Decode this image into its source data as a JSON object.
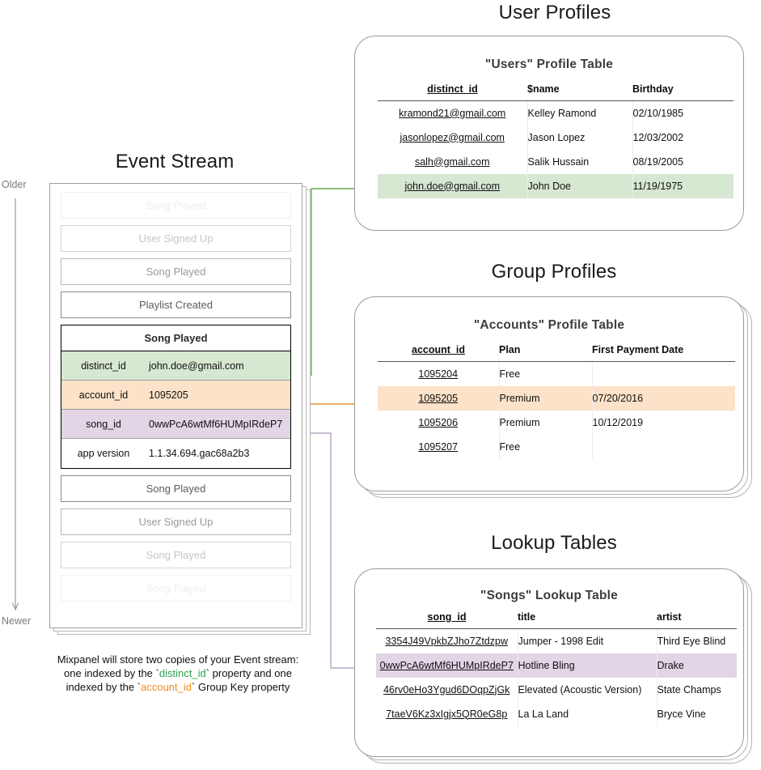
{
  "sections": {
    "event_stream_title": "Event Stream",
    "user_profiles_title": "User Profiles",
    "group_profiles_title": "Group Profiles",
    "lookup_tables_title": "Lookup Tables"
  },
  "time_axis": {
    "older_label": "Older",
    "newer_label": "Newer",
    "arrow_direction": "down",
    "color": "#9a9a9a"
  },
  "event_stream": {
    "events_before": [
      {
        "label": "Song Played",
        "fade": "f1"
      },
      {
        "label": "User Signed Up",
        "fade": "f2"
      },
      {
        "label": "Song Played",
        "fade": "f3"
      },
      {
        "label": "Playlist Created",
        "fade": "f4"
      }
    ],
    "selected_event": {
      "name": "Song Played",
      "properties": [
        {
          "key": "distinct_id",
          "value": "john.doe@gmail.com",
          "highlight": "green"
        },
        {
          "key": "account_id",
          "value": "1095205",
          "highlight": "orange"
        },
        {
          "key": "song_id",
          "value": "0wwPcA6wtMf6HUMpIRdeP7",
          "highlight": "purple"
        },
        {
          "key": "app version",
          "value": "1.1.34.694.gac68a2b3",
          "highlight": "plain"
        }
      ]
    },
    "events_after": [
      {
        "label": "Song Played",
        "fade": "f4"
      },
      {
        "label": "User Signed Up",
        "fade": "f3"
      },
      {
        "label": "Song Played",
        "fade": "f2"
      },
      {
        "label": "Song Played",
        "fade": "f1"
      }
    ]
  },
  "caption": {
    "line1": "Mixpanel will store two copies of your Event stream:",
    "line2_a": "one indexed by the ",
    "line2_code": "distinct_id",
    "line2_b": " property and one",
    "line3_a": "indexed by the ",
    "line3_code": "account_id",
    "line3_b": " Group Key property"
  },
  "users_table": {
    "title": "\"Users\" Profile Table",
    "columns": [
      "distinct_id",
      "$name",
      "Birthday"
    ],
    "rows": [
      {
        "cells": [
          "kramond21@gmail.com",
          "Kelley Ramond",
          "02/10/1985"
        ],
        "highlight": ""
      },
      {
        "cells": [
          "jasonlopez@gmail.com",
          "Jason Lopez",
          "12/03/2002"
        ],
        "highlight": ""
      },
      {
        "cells": [
          "salh@gmail.com",
          "Salik Hussain",
          "08/19/2005"
        ],
        "highlight": ""
      },
      {
        "cells": [
          "john.doe@gmail.com",
          "John Doe",
          "11/19/1975"
        ],
        "highlight": "hl-green"
      }
    ]
  },
  "accounts_table": {
    "title": "\"Accounts\" Profile Table",
    "columns": [
      "account_id",
      "Plan",
      "First Payment Date"
    ],
    "rows": [
      {
        "cells": [
          "1095204",
          "Free",
          ""
        ],
        "highlight": ""
      },
      {
        "cells": [
          "1095205",
          "Premium",
          "07/20/2016"
        ],
        "highlight": "hl-orange"
      },
      {
        "cells": [
          "1095206",
          "Premium",
          "10/12/2019"
        ],
        "highlight": ""
      },
      {
        "cells": [
          "1095207",
          "Free",
          ""
        ],
        "highlight": ""
      }
    ]
  },
  "songs_table": {
    "title": "\"Songs\" Lookup Table",
    "columns": [
      "song_id",
      "title",
      "artist"
    ],
    "rows": [
      {
        "cells": [
          "3354J49VpkbZJho7Ztdzpw",
          "Jumper - 1998 Edit",
          "Third Eye Blind"
        ],
        "highlight": ""
      },
      {
        "cells": [
          "0wwPcA6wtMf6HUMpIRdeP7",
          "Hotline Bling",
          "Drake"
        ],
        "highlight": "hl-purple"
      },
      {
        "cells": [
          "46rv0eHo3Ygud6DOqpZjGk",
          "Elevated (Acoustic Version)",
          "State Champs"
        ],
        "highlight": ""
      },
      {
        "cells": [
          "7taeV6Kz3xIgjx5QR0eG8p",
          "La La Land",
          "Bryce Vine"
        ],
        "highlight": ""
      }
    ]
  },
  "connectors": [
    {
      "name": "distinct-id-to-users",
      "color": "#6aa84f"
    },
    {
      "name": "account-id-to-accounts",
      "color": "#e8a33d"
    },
    {
      "name": "song-id-to-songs",
      "color": "#8a8a8a"
    }
  ],
  "colors": {
    "green_highlight": "#d6e7d2",
    "orange_highlight": "#fce2c8",
    "purple_highlight": "#e2d5e6",
    "card_border": "#9a9a9a"
  }
}
